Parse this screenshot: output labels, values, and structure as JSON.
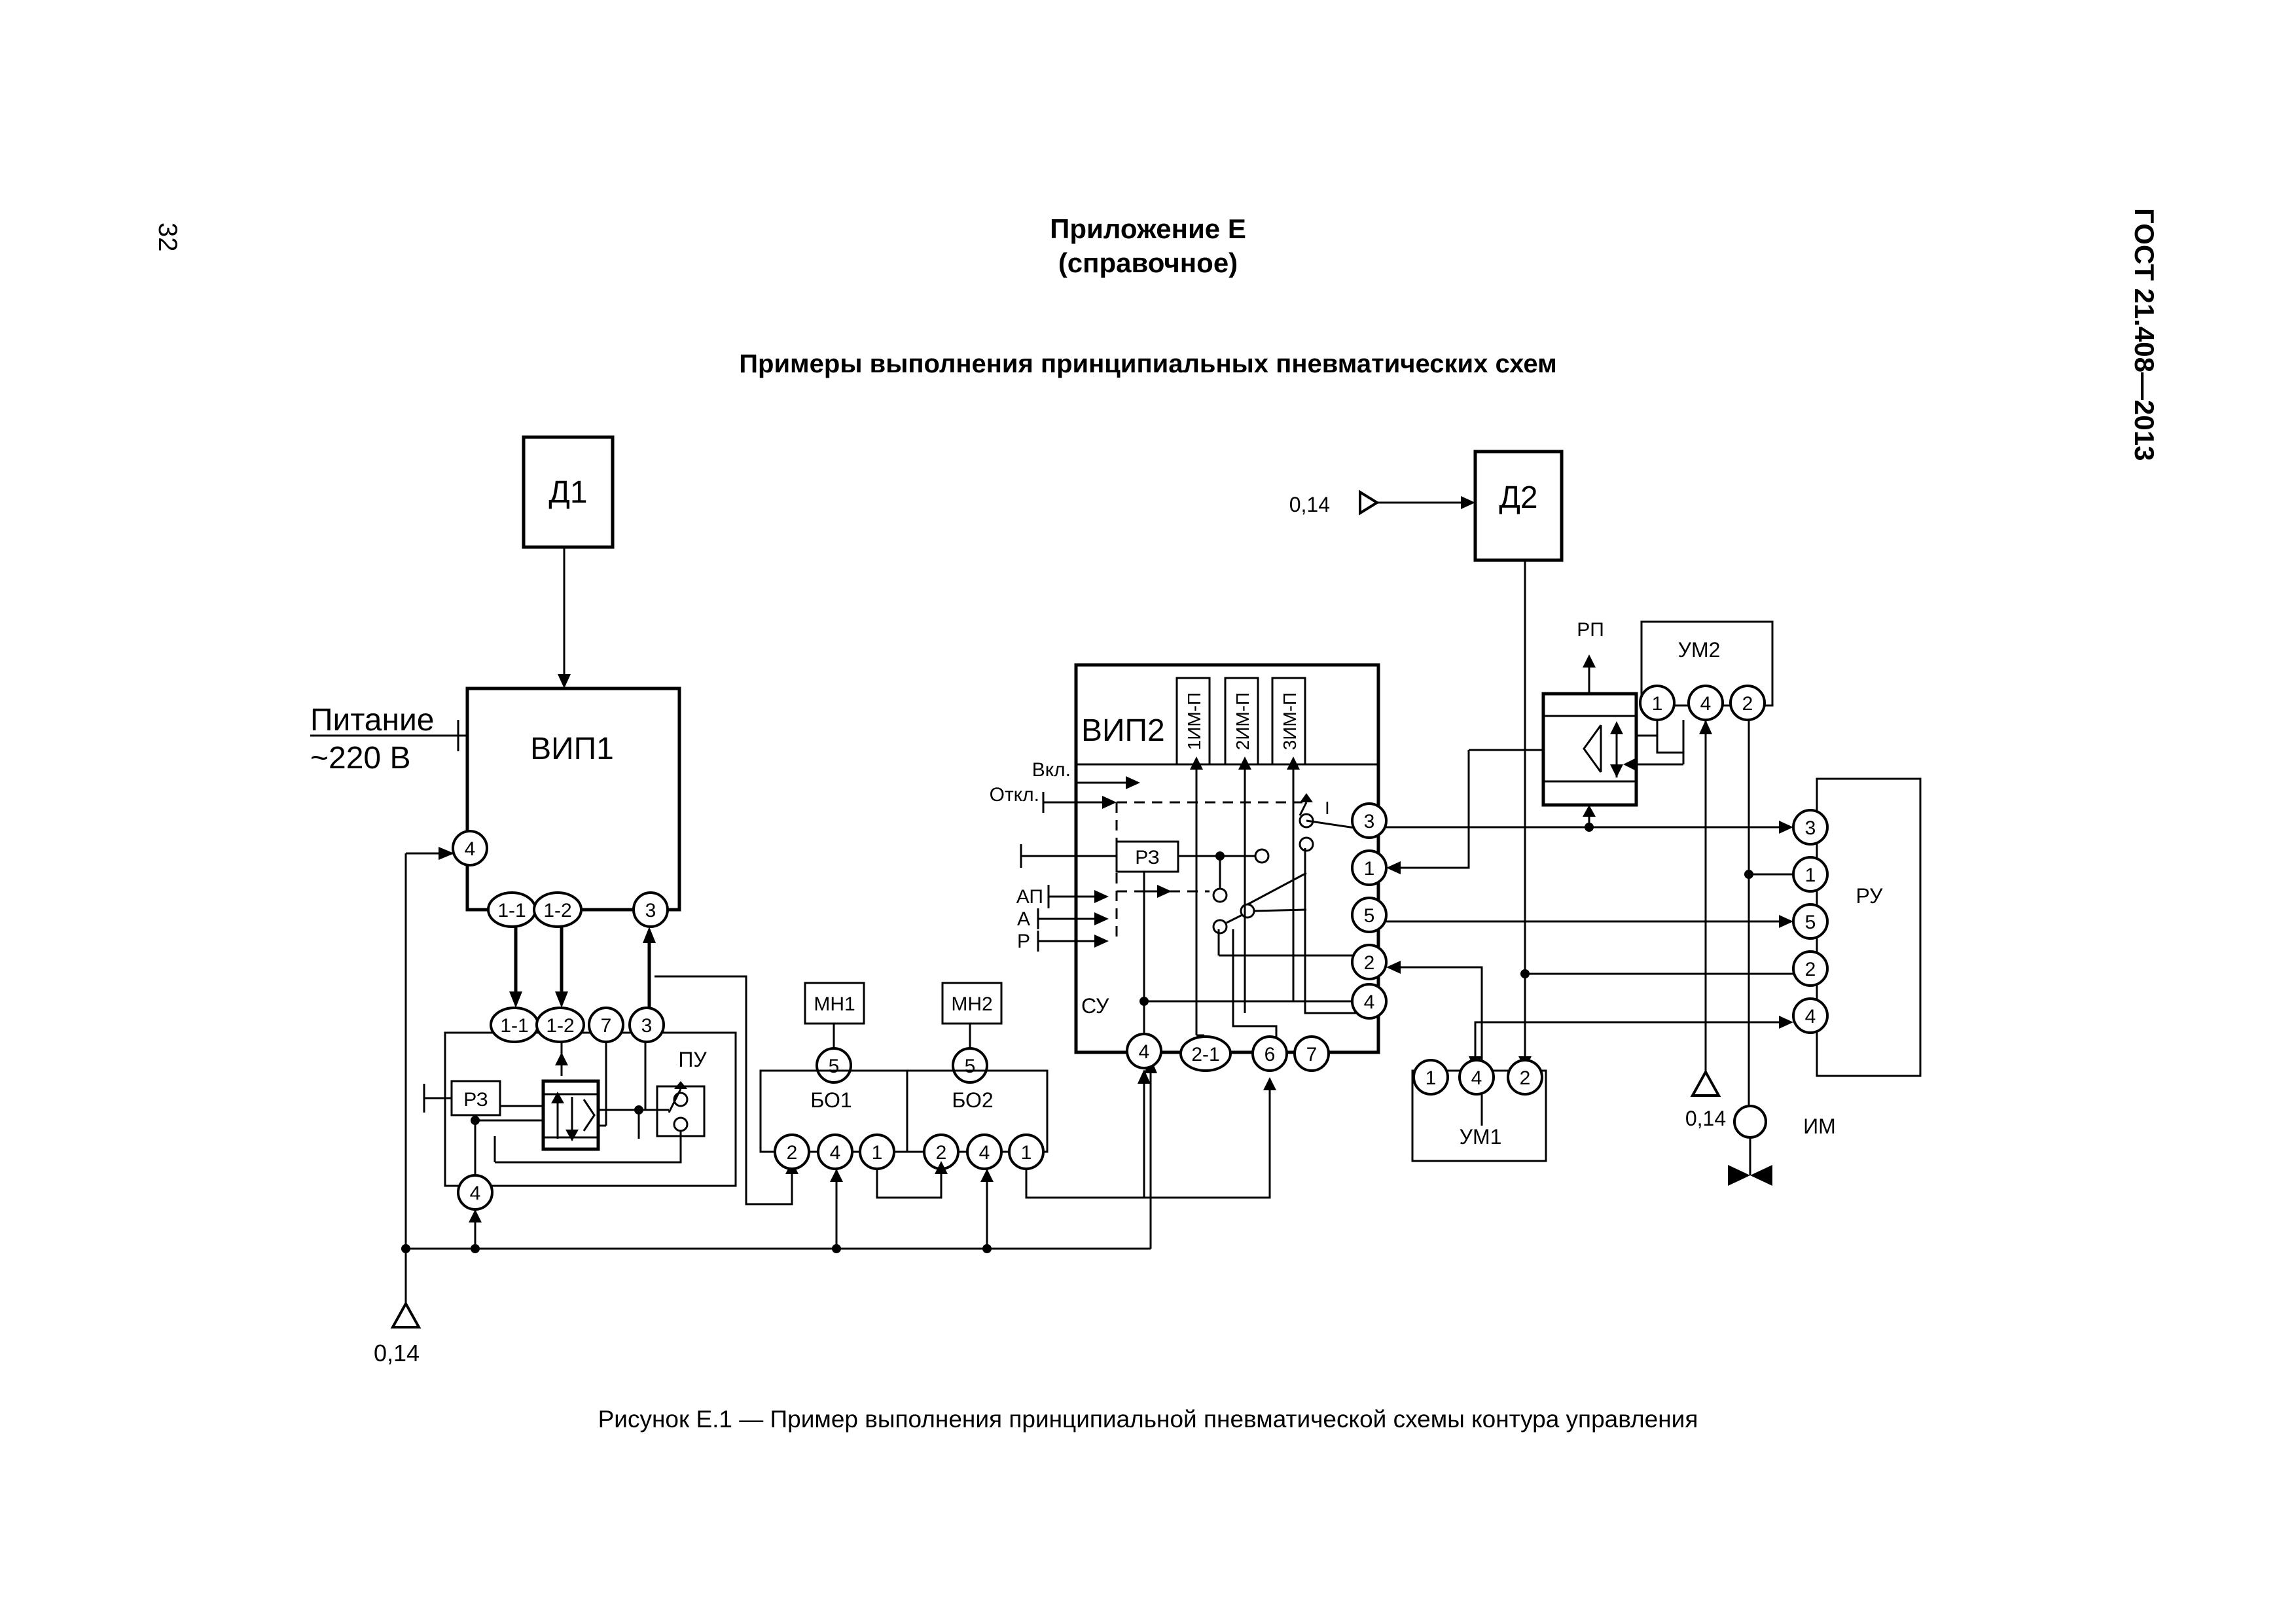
{
  "page": {
    "number": "32",
    "standard": "ГОСТ 21.408—2013",
    "appendix_title": "Приложение Е",
    "appendix_note": "(справочное)",
    "section_title": "Примеры выполнения принципиальных пневматических схем",
    "figure_caption": "Рисунок Е.1 — Пример выполнения принципиальной пневматической схемы контура управления"
  },
  "diagram": {
    "d1": "Д1",
    "d2": "Д2",
    "vip1": "ВИП1",
    "vip2": "ВИП2",
    "power_label": "Питание",
    "power_voltage": "~220 В",
    "pressure_014": "0,14",
    "pu": "ПУ",
    "rz": "РЗ",
    "mn1": "МН1",
    "mn2": "МН2",
    "bo1": "БО1",
    "bo2": "БО2",
    "su": "СУ",
    "rp": "РП",
    "um1": "УМ1",
    "um2": "УМ2",
    "ru": "РУ",
    "im": "ИМ",
    "sw_on": "Вкл.",
    "sw_off": "Откл.",
    "ap": "АП",
    "a": "А",
    "r": "Р",
    "im_p1": "1ИМ-П",
    "im_p2": "2ИМ-П",
    "im_p3": "3ИМ-П",
    "roman_one": "I",
    "p1": "1",
    "p2": "2",
    "p3": "3",
    "p4": "4",
    "p5": "5",
    "p6": "6",
    "p7": "7",
    "p11": "1-1",
    "p12": "1-2",
    "p21": "2-1"
  }
}
